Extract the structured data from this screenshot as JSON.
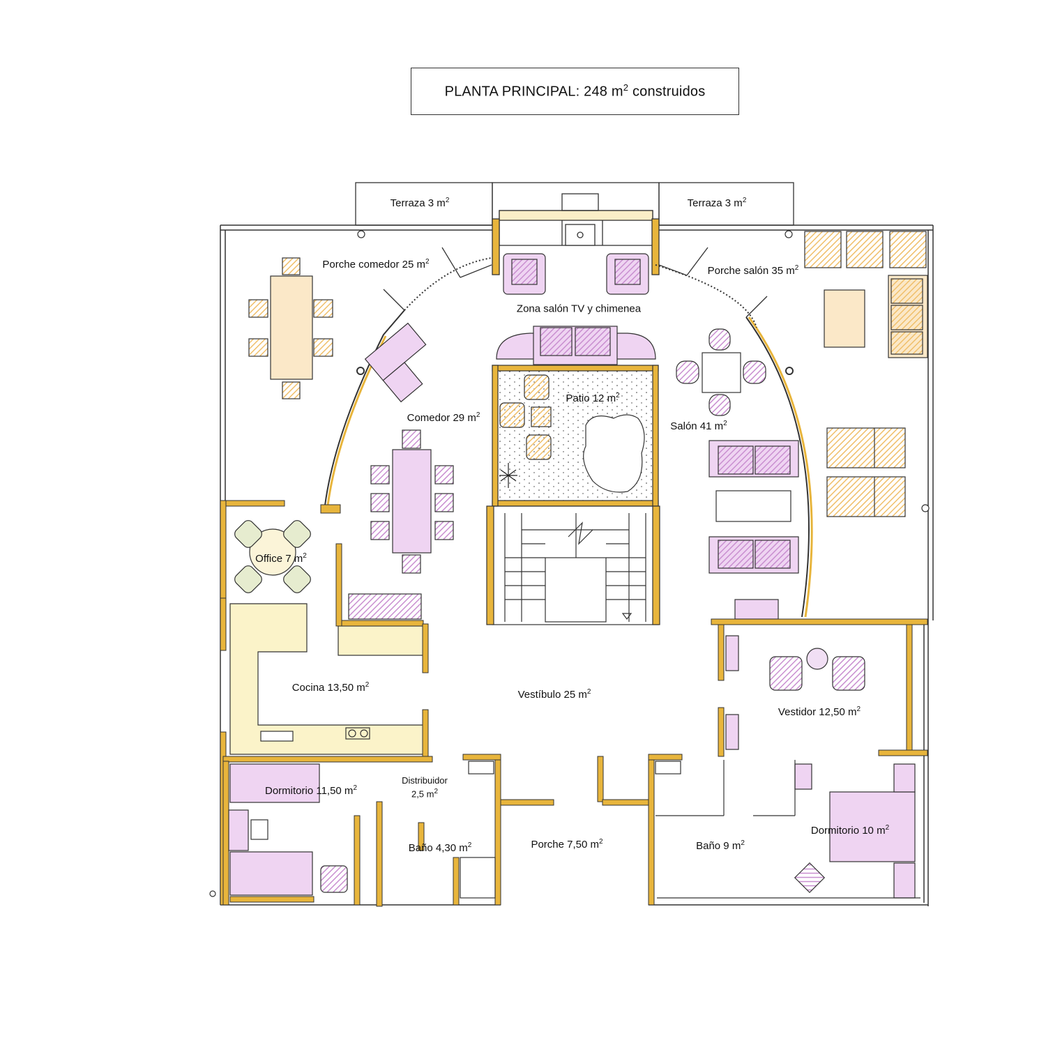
{
  "title": {
    "text": "PLANTA PRINCIPAL: 248 m",
    "sup": "2",
    "suffix": " construidos"
  },
  "rooms": [
    {
      "id": "terraza-left",
      "name": "Terraza 3 m",
      "sup": "2"
    },
    {
      "id": "terraza-right",
      "name": "Terraza 3 m",
      "sup": "2"
    },
    {
      "id": "porche-comedor",
      "name": "Porche comedor 25 m",
      "sup": "2"
    },
    {
      "id": "porche-salon",
      "name": "Porche salón 35 m",
      "sup": "2"
    },
    {
      "id": "zona-tv",
      "name": "Zona salón TV y chimenea",
      "sup": ""
    },
    {
      "id": "patio",
      "name": "Patio 12 m",
      "sup": "2"
    },
    {
      "id": "comedor",
      "name": "Comedor 29 m",
      "sup": "2"
    },
    {
      "id": "salon",
      "name": "Salón 41 m",
      "sup": "2"
    },
    {
      "id": "office",
      "name": "Office 7 m",
      "sup": "2"
    },
    {
      "id": "cocina",
      "name": "Cocina 13,50  m",
      "sup": "2"
    },
    {
      "id": "vestibulo",
      "name": "Vestíbulo 25  m",
      "sup": "2"
    },
    {
      "id": "vestidor",
      "name": "Vestidor 12,50 m",
      "sup": "2"
    },
    {
      "id": "dormitorio-left",
      "name": "Dormitorio 11,50 m",
      "sup": "2"
    },
    {
      "id": "distribuidor-1",
      "name": "Distribuidor",
      "sup": ""
    },
    {
      "id": "distribuidor-2",
      "name": "2,5 m",
      "sup": "2"
    },
    {
      "id": "bano-left",
      "name": "Baño 4,30 m",
      "sup": "2"
    },
    {
      "id": "porche-entrada",
      "name": "Porche 7,50  m",
      "sup": "2"
    },
    {
      "id": "bano-right",
      "name": "Baño 9  m",
      "sup": "2"
    },
    {
      "id": "dormitorio-right",
      "name": "Dormitorio 10 m",
      "sup": "2"
    }
  ],
  "colors": {
    "wall": "#e8b53c",
    "furniture_purple": "#c98fd0",
    "furniture_orange": "#f0bf6a",
    "line": "#222222",
    "kitchen": "#f6e9a8"
  }
}
